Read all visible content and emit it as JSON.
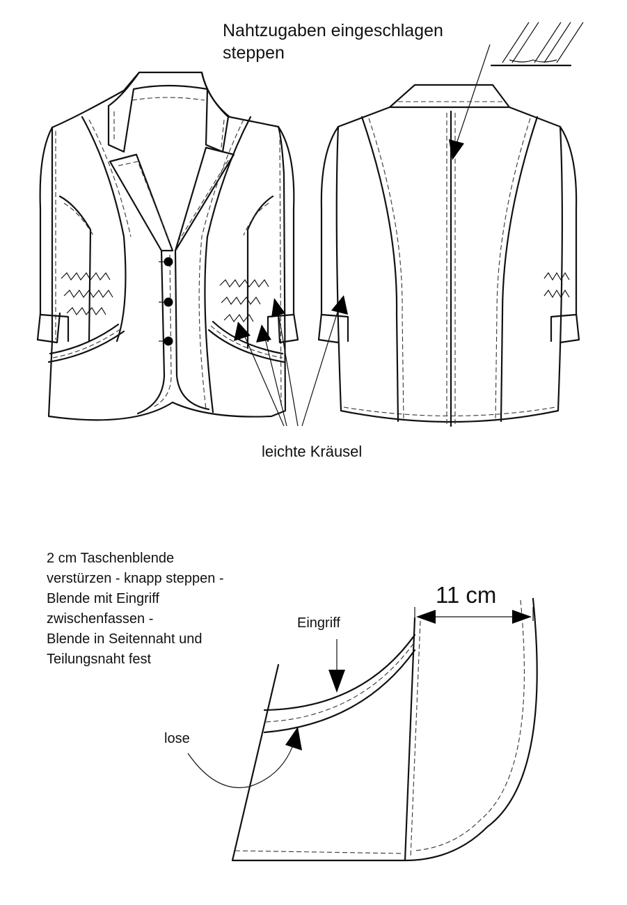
{
  "labels": {
    "seam_note": [
      "Nahtzugaben eingeschlagen",
      "steppen"
    ],
    "gathers": "leichte Kräusel",
    "pocket_note": [
      "2 cm Taschenblende",
      "verstürzen - knapp steppen -",
      "Blende mit Eingriff",
      "zwischenfassen -",
      "Blende in Seitennaht und",
      "Teilungsnaht fest"
    ],
    "opening": "Eingriff",
    "loose": "lose",
    "dimension": "11 cm"
  },
  "colors": {
    "line": "#111111",
    "background": "#ffffff"
  }
}
